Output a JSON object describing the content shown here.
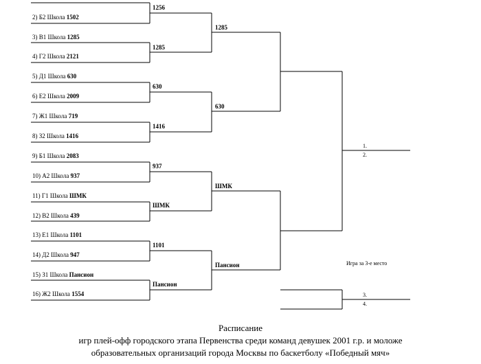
{
  "teams": [
    {
      "prefix": "2) Б2 Школа",
      "name": "1502"
    },
    {
      "prefix": "3) В1 Школа",
      "name": "1285"
    },
    {
      "prefix": "4) Г2 Школа",
      "name": "2121"
    },
    {
      "prefix": "5) Д1 Школа",
      "name": "630"
    },
    {
      "prefix": "6) Е2 Школа",
      "name": "2009"
    },
    {
      "prefix": "7) Ж1 Школа",
      "name": "719"
    },
    {
      "prefix": "8) З2 Школа",
      "name": "1416"
    },
    {
      "prefix": "9) Б1 Школа",
      "name": "2083"
    },
    {
      "prefix": "10) А2 Школа",
      "name": "937"
    },
    {
      "prefix": "11) Г1 Школа",
      "name": "ШМК"
    },
    {
      "prefix": "12) В2 Школа",
      "name": "439"
    },
    {
      "prefix": "13) Е1 Школа",
      "name": "1101"
    },
    {
      "prefix": "14) Д2 Школа",
      "name": "947"
    },
    {
      "prefix": "15) З1 Школа",
      "name": "Пансион"
    },
    {
      "prefix": "16) Ж2 Школа",
      "name": "1554"
    }
  ],
  "round1_winners": [
    "1256",
    "1285",
    "630",
    "1416",
    "937",
    "ШМК",
    "1101",
    "Пансион"
  ],
  "round2_winners": [
    "1285",
    "630",
    "ШМК",
    "Пансион"
  ],
  "final_places": [
    "1.",
    "2."
  ],
  "third_place": {
    "label": "Игра за 3-е место",
    "places": [
      "3.",
      "4."
    ]
  },
  "caption": {
    "line1": "Расписание",
    "line2": "игр плей-офф городского этапа Первенства среди команд девушек 2001 г.р.  и моложе",
    "line3": "образовательных организаций города Москвы по баскетболу «Победный мяч»"
  }
}
